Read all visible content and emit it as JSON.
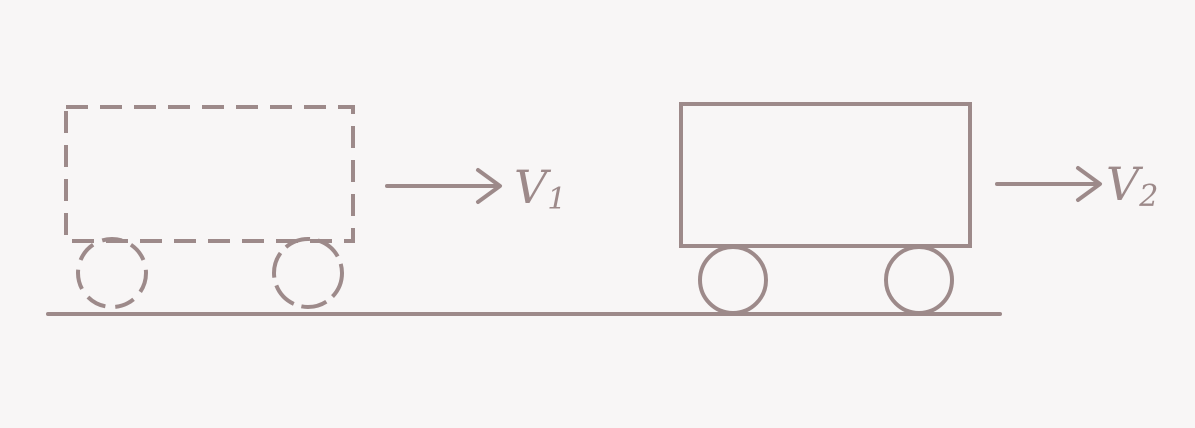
{
  "colors": {
    "background": "#f8f6f6",
    "stroke": "#9d8a8a"
  },
  "labels": {
    "v1_main": "V",
    "v1_sub": "1",
    "v2_main": "V",
    "v2_sub": "2"
  },
  "carts": [
    {
      "name": "cart-1",
      "style": "dashed"
    },
    {
      "name": "cart-2",
      "style": "solid"
    }
  ]
}
